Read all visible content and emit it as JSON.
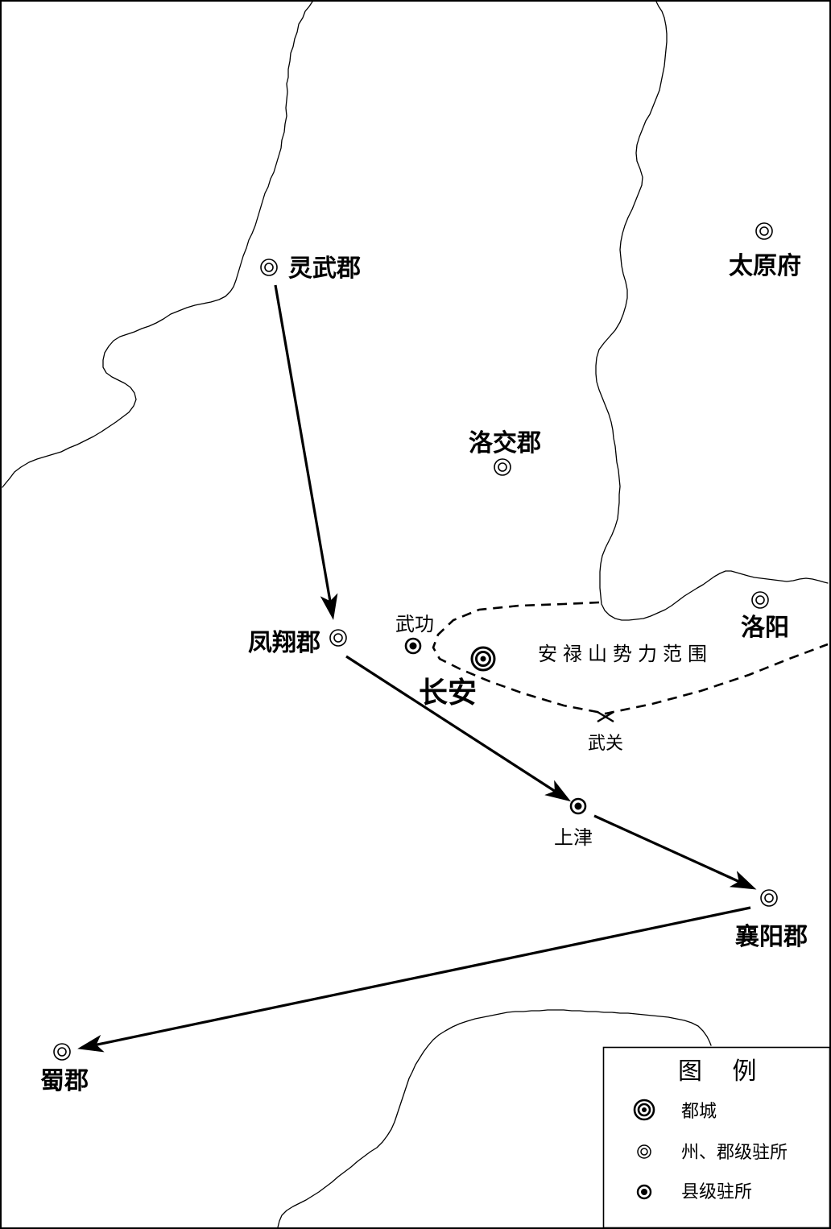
{
  "map": {
    "places": {
      "lingwu": {
        "label": "灵武郡",
        "symbol": "prefecture"
      },
      "taiyuan": {
        "label": "太原府",
        "symbol": "prefecture"
      },
      "luojiao": {
        "label": "洛交郡",
        "symbol": "prefecture"
      },
      "fengxiang": {
        "label": "凤翔郡",
        "symbol": "prefecture"
      },
      "wugong": {
        "label": "武功",
        "symbol": "county"
      },
      "changan": {
        "label": "长安",
        "symbol": "capital"
      },
      "luoyang": {
        "label": "洛阳",
        "symbol": "prefecture"
      },
      "wuguan": {
        "label": "武关",
        "symbol": "cross"
      },
      "shangjin": {
        "label": "上津",
        "symbol": "county"
      },
      "xiangyang": {
        "label": "襄阳郡",
        "symbol": "prefecture"
      },
      "shu": {
        "label": "蜀郡",
        "symbol": "prefecture"
      }
    },
    "region_label": "安禄山势力范围",
    "colors": {
      "ink": "#000000",
      "background": "#ffffff"
    }
  },
  "legend": {
    "title": "图 例",
    "items": [
      {
        "symbol": "capital",
        "label": "都城"
      },
      {
        "symbol": "prefecture",
        "label": "州、郡级驻所"
      },
      {
        "symbol": "county",
        "label": "县级驻所"
      }
    ]
  }
}
